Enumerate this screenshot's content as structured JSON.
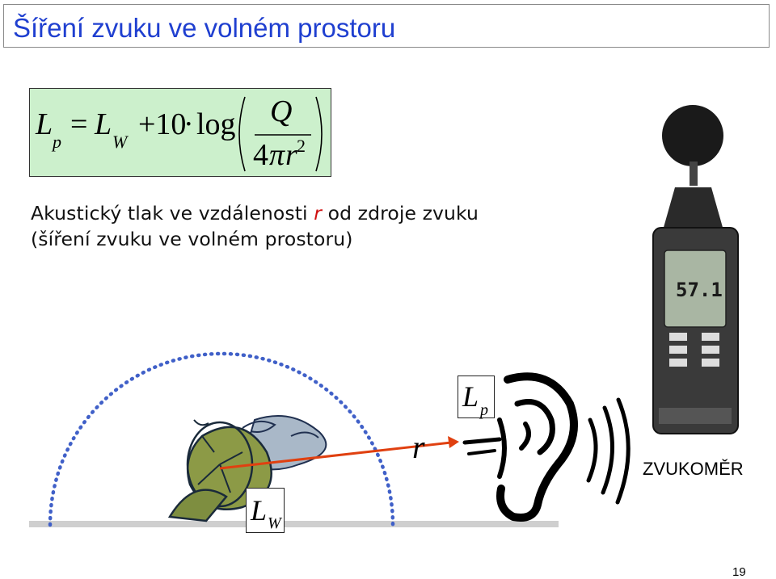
{
  "slide": {
    "title": "Šíření zvuku ve volném prostoru",
    "page_number": "19"
  },
  "formula": {
    "lp_L": "L",
    "lp_sub": "p",
    "equals": "=",
    "lw_L": "L",
    "lw_sub": "W",
    "plus10": "+10",
    "dot": "·",
    "log": "log",
    "numerator": "Q",
    "four": "4",
    "pi": "π",
    "r": "r",
    "sup2": "2",
    "background_color": "#ccf0cc"
  },
  "description": {
    "line1_before": "Akustický tlak ve vzdálenosti ",
    "line1_r": "r",
    "line1_after": " od zdroje zvuku",
    "line2": "(šíření zvuku ve volném prostoru)"
  },
  "diagram": {
    "label_r": "r",
    "label_lp_L": "L",
    "label_lp_sub": "p",
    "label_lw_L": "L",
    "label_lw_sub": "W",
    "meter_label": "ZVUKOMĚR",
    "meter_display": "57.1",
    "arrow_color": "#e04010",
    "arc_color": "#4060c8"
  }
}
